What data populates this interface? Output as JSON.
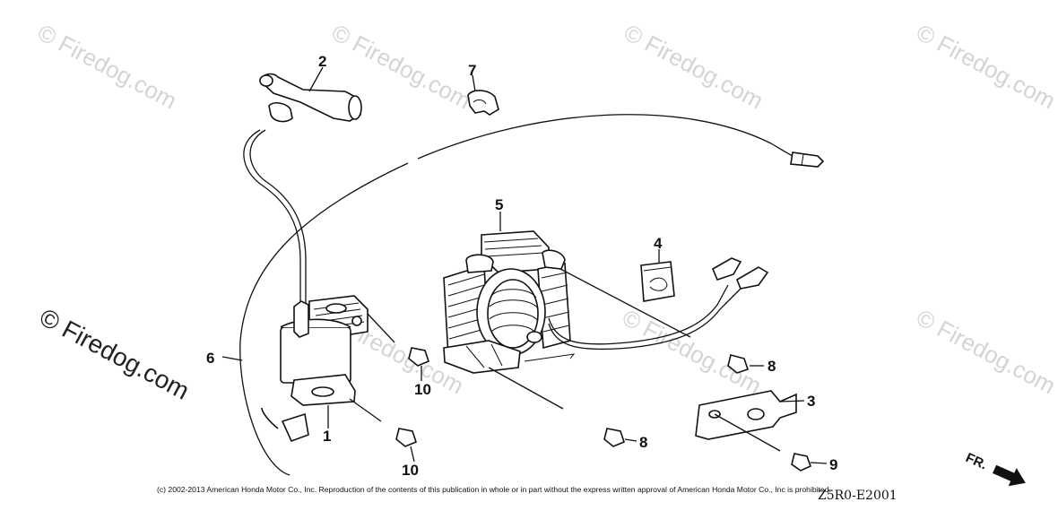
{
  "watermarks": {
    "small_text": "© Firedog.com",
    "large_text": "© Firedog.com"
  },
  "callouts": {
    "c1": "1",
    "c2": "2",
    "c3": "3",
    "c4": "4",
    "c5": "5",
    "c6": "6",
    "c7": "7",
    "c8a": "8",
    "c8b": "8",
    "c9": "9",
    "c10a": "10",
    "c10b": "10"
  },
  "footer": {
    "copyright": "(c) 2002-2013 American Honda Motor Co., Inc. Reproduction of the contents of this publication in whole or in part without the express written approval of American Honda Motor Co., Inc is prohibited.",
    "diagram_code": "Z5R0-E2001",
    "direction_label": "FR."
  },
  "colors": {
    "line": "#111111",
    "watermark": "#d4d4d4",
    "background": "#ffffff"
  }
}
